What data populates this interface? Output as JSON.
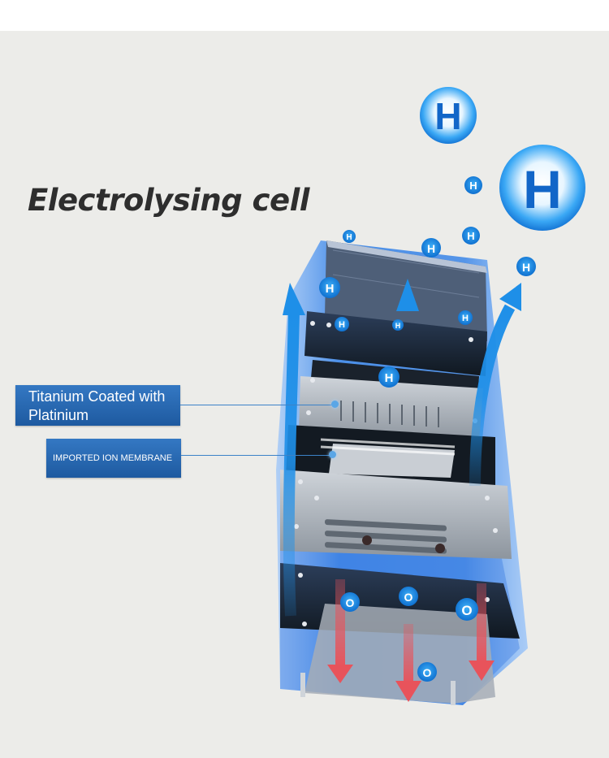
{
  "title": "Electrolysing cell",
  "callouts": {
    "coating": "Titanium Coated with Platinium",
    "membrane": "IMPORTED ION MEMBRANE"
  },
  "ions": {
    "hydrogen": "H",
    "oxygen": "O"
  },
  "colors": {
    "background": "#ecece9",
    "callout_blue": "#2a6bb5",
    "flow_blue": "#1e8fe8",
    "down_arrow_red": "#e8535b",
    "housing_blue": "#2f7fe8"
  }
}
